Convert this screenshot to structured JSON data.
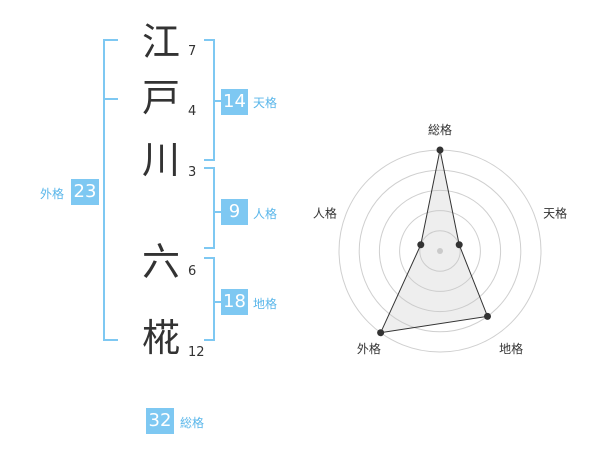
{
  "name_chars": [
    {
      "char": "江",
      "strokes": "7"
    },
    {
      "char": "戸",
      "strokes": "4"
    },
    {
      "char": "川",
      "strokes": "3"
    },
    {
      "char": "六",
      "strokes": "6"
    },
    {
      "char": "椛",
      "strokes": "12"
    }
  ],
  "fortune": {
    "tenkaku": {
      "value": "14",
      "label": "天格"
    },
    "jinkaku": {
      "value": "9",
      "label": "人格"
    },
    "chikaku": {
      "value": "18",
      "label": "地格"
    },
    "gaikaku": {
      "value": "23",
      "label": "外格"
    },
    "soukaku": {
      "value": "32",
      "label": "総格"
    }
  },
  "colors": {
    "accent": "#7ec8f2",
    "accent_text": "#59b6ea",
    "bracket": "#7ec8f2"
  },
  "chart_data": {
    "type": "radar",
    "axes": [
      "総格",
      "天格",
      "地格",
      "外格",
      "人格"
    ],
    "values": [
      5,
      1,
      4,
      5,
      1
    ],
    "rmax": 5,
    "rings": 5
  }
}
